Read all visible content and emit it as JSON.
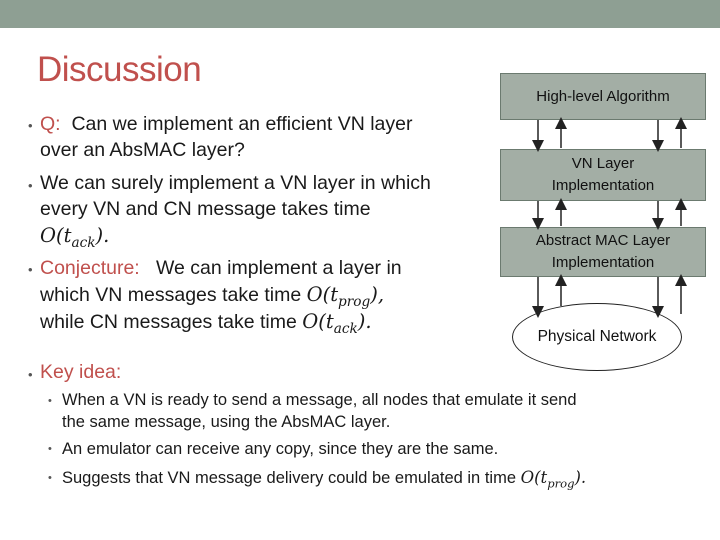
{
  "slide": {
    "title": "Discussion",
    "colors": {
      "top_bar": "#8e9f93",
      "accent": "#c0504d",
      "box_fill": "#a3aea5"
    }
  },
  "bullets": {
    "q_label": "Q:",
    "q_line1": "Can we implement an efficient VN layer",
    "q_line2": "over an AbsMAC layer?",
    "b2_line1": "We can surely implement a VN layer in which",
    "b2_line2": "every VN and CN message takes time",
    "b2_math": "O(t",
    "b2_math_sub": "ack",
    "b2_math_end": ").",
    "conj_label": "Conjecture:",
    "conj_line1": "We can implement a layer in",
    "conj_line2": "which VN messages take time",
    "conj_math": "O(t",
    "conj_math_sub": "prog",
    "conj_math_end": "),",
    "conj_line3": "while CN messages take time",
    "conj_math2": "O(t",
    "conj_math2_sub": "ack",
    "conj_math2_end": ").",
    "key_label": "Key idea:",
    "sub1_line1": "When a VN is ready to send a message, all nodes that emulate it send",
    "sub1_line2": "the same message, using the AbsMAC layer.",
    "sub2": "An emulator can receive any copy, since they are the same.",
    "sub3": "Suggests that VN message delivery could be emulated in time",
    "sub3_math": "O(t",
    "sub3_math_sub": "prog",
    "sub3_math_end": ")."
  },
  "diagram": {
    "box1": "High-level Algorithm",
    "box2_line1": "VN Layer",
    "box2_line2": "Implementation",
    "box3_line1": "Abstract MAC Layer",
    "box3_line2": "Implementation",
    "network": "Physical  Network",
    "bullet_glyph": "•"
  }
}
